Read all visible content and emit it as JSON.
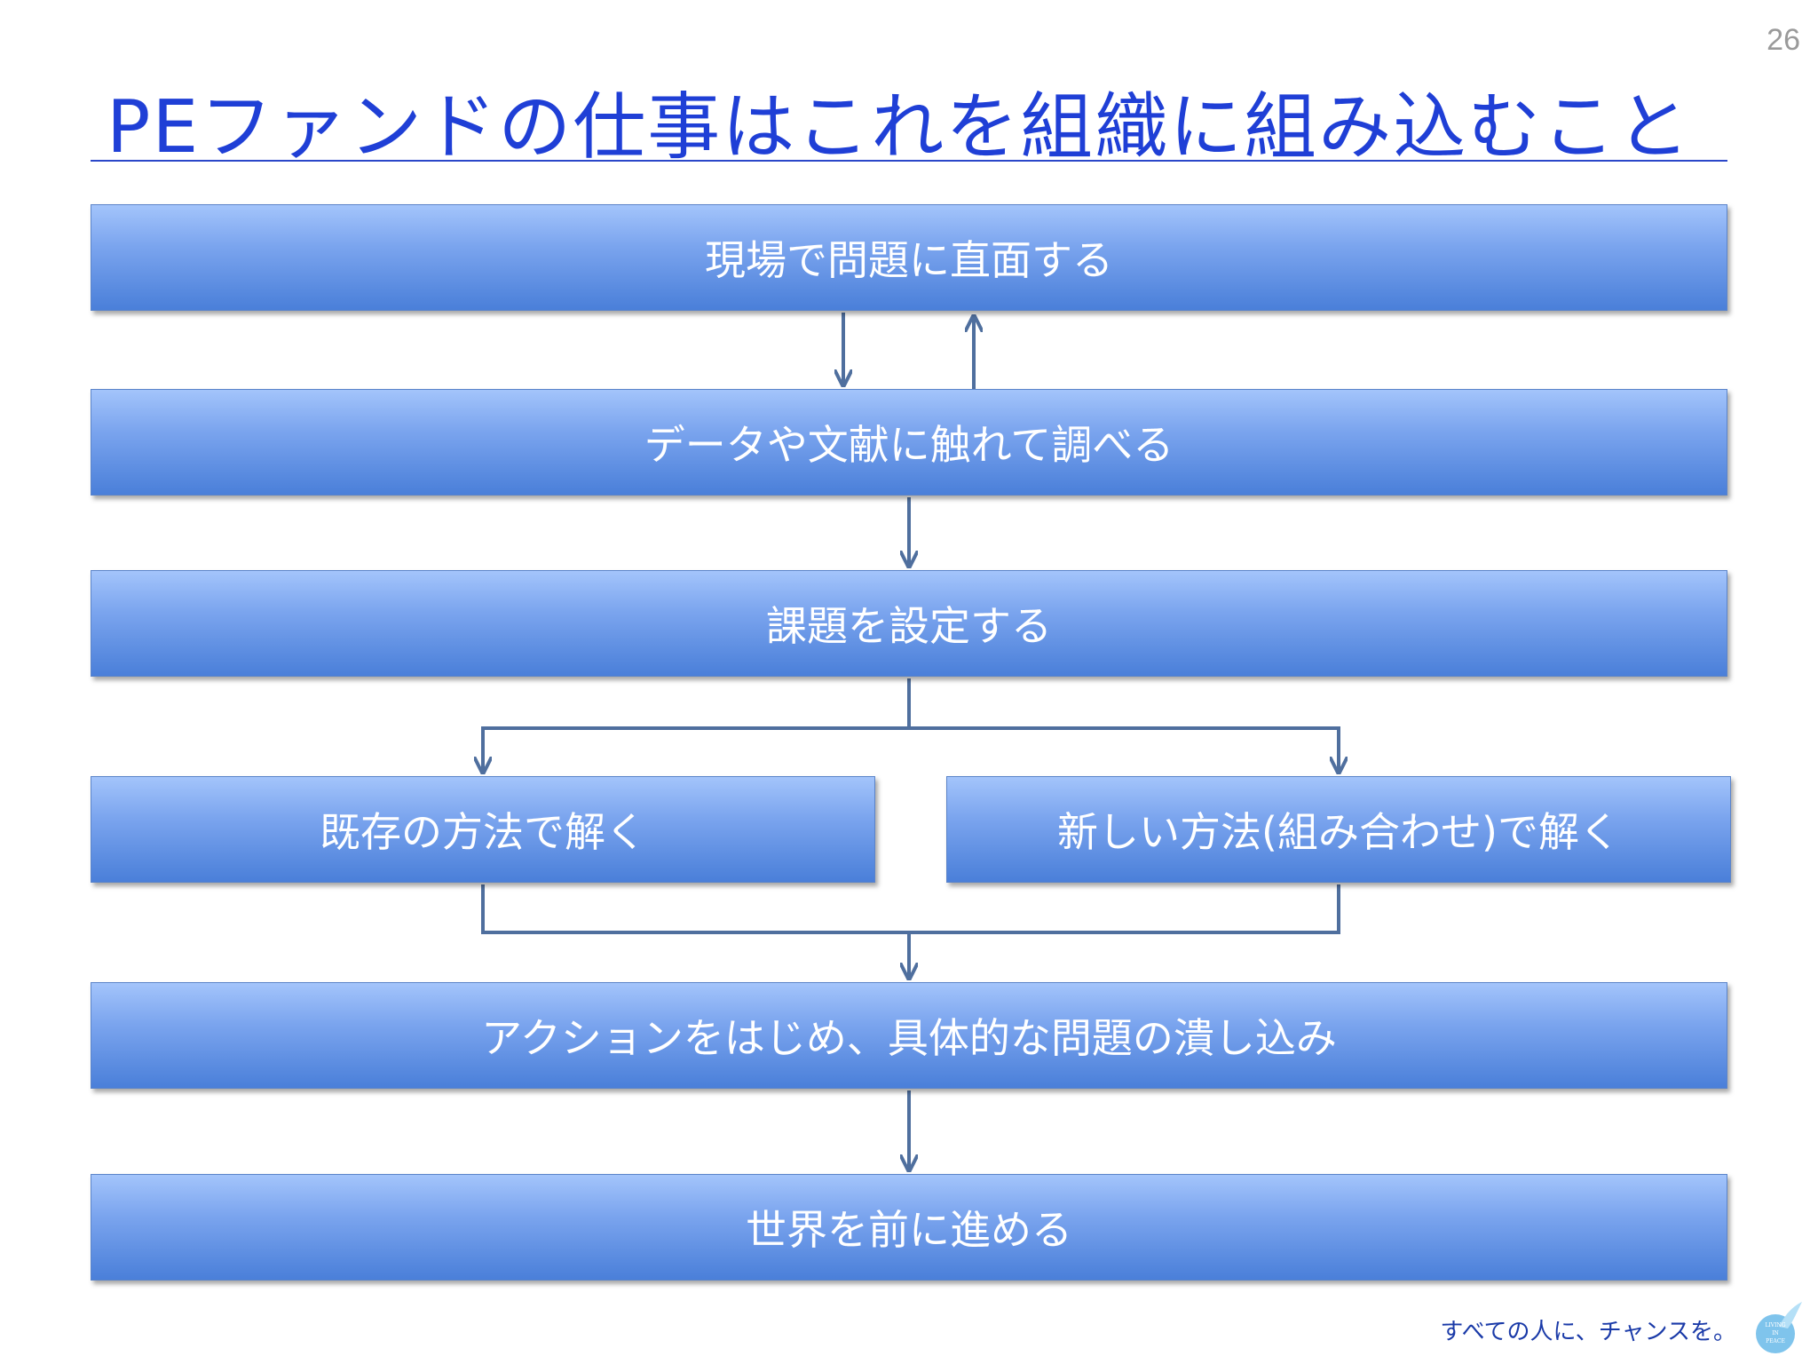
{
  "page_number": "26",
  "title": "PEファンドの仕事はこれを組織に組み込むこと",
  "steps": {
    "face_problem": "現場で問題に直面する",
    "research": "データや文献に触れて調べる",
    "set_issue": "課題を設定する",
    "existing_method": "既存の方法で解く",
    "new_method": "新しい方法(組み合わせ)で解く",
    "action": "アクションをはじめ、具体的な問題の潰し込み",
    "move_world": "世界を前に進める"
  },
  "footer": {
    "tagline": "すべての人に、チャンスを。",
    "logo_text": "LIVING IN PEACE"
  },
  "colors": {
    "title": "#1f3fd6",
    "box_top": "#a3c4fb",
    "box_bottom": "#4a7fd9",
    "connector": "#4f6f9e"
  }
}
